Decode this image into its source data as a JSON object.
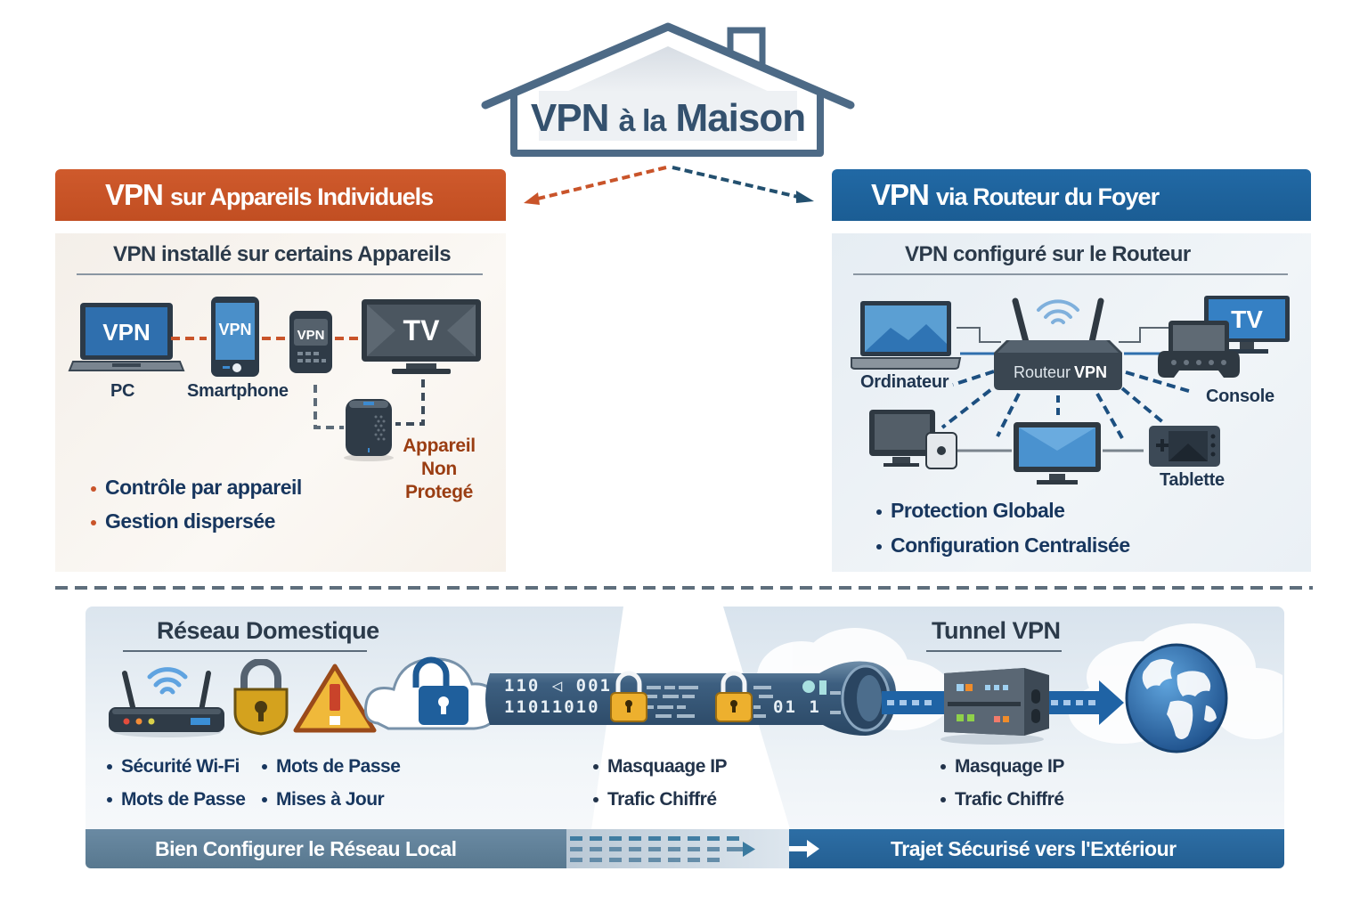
{
  "title": {
    "main": "VPN",
    "connector": "à la",
    "rest": "Maison"
  },
  "left_section": {
    "header_strong": "VPN",
    "header_rest": "sur Appareils Individuels",
    "subtitle": "VPN installé sur certains Appareils",
    "devices": [
      {
        "label": "PC",
        "screen_text": "VPN",
        "icon": "laptop-icon"
      },
      {
        "label": "Smartphone",
        "screen_text": "VPN",
        "icon": "smartphone-icon"
      },
      {
        "label": "",
        "screen_text": "VPN",
        "icon": "phone-icon"
      },
      {
        "label": "",
        "screen_text": "TV",
        "icon": "tv-icon"
      }
    ],
    "unprotected_device": {
      "label_line1": "Appareil",
      "label_line2": "Non Protegé",
      "icon": "smart-speaker-icon"
    },
    "bullets": [
      "Contrôle par appareil",
      "Gestion dispersée"
    ],
    "accent_color": "#c9542a"
  },
  "right_section": {
    "header_strong": "VPN",
    "header_rest": "via Routeur du Foyer",
    "subtitle": "VPN configuré sur le Routeur",
    "router_label_light": "Routeur",
    "router_label_bold": "VPN",
    "device_labels": {
      "computer": "Ordinateur",
      "console": "Console",
      "tablet": "Tablette",
      "tv": "TV"
    },
    "bullets": [
      "Protection Globale",
      "Configuration Centralisée"
    ],
    "accent_color": "#1f649f"
  },
  "bottom": {
    "home_network": {
      "title": "Réseau Domestique",
      "bullets_col1": [
        "Sécurité Wi-Fi",
        "Mots de Passe"
      ],
      "bullets_col2": [
        "Mots de Passe",
        "Mises à Jour"
      ]
    },
    "middle": {
      "bullets": [
        "Masquaage IP",
        "Trafic Chiffré"
      ],
      "binary_line1": "110 ◁ 001",
      "binary_line2": "11011010",
      "binary_line3": "01 1"
    },
    "tunnel": {
      "title": "Tunnel VPN",
      "bullets": [
        "Masquage IP",
        "Trafic Chiffré"
      ]
    },
    "footer_left": "Bien Configurer le Réseau Local",
    "footer_right": "Trajet Sécurisé vers l'Extériour"
  }
}
